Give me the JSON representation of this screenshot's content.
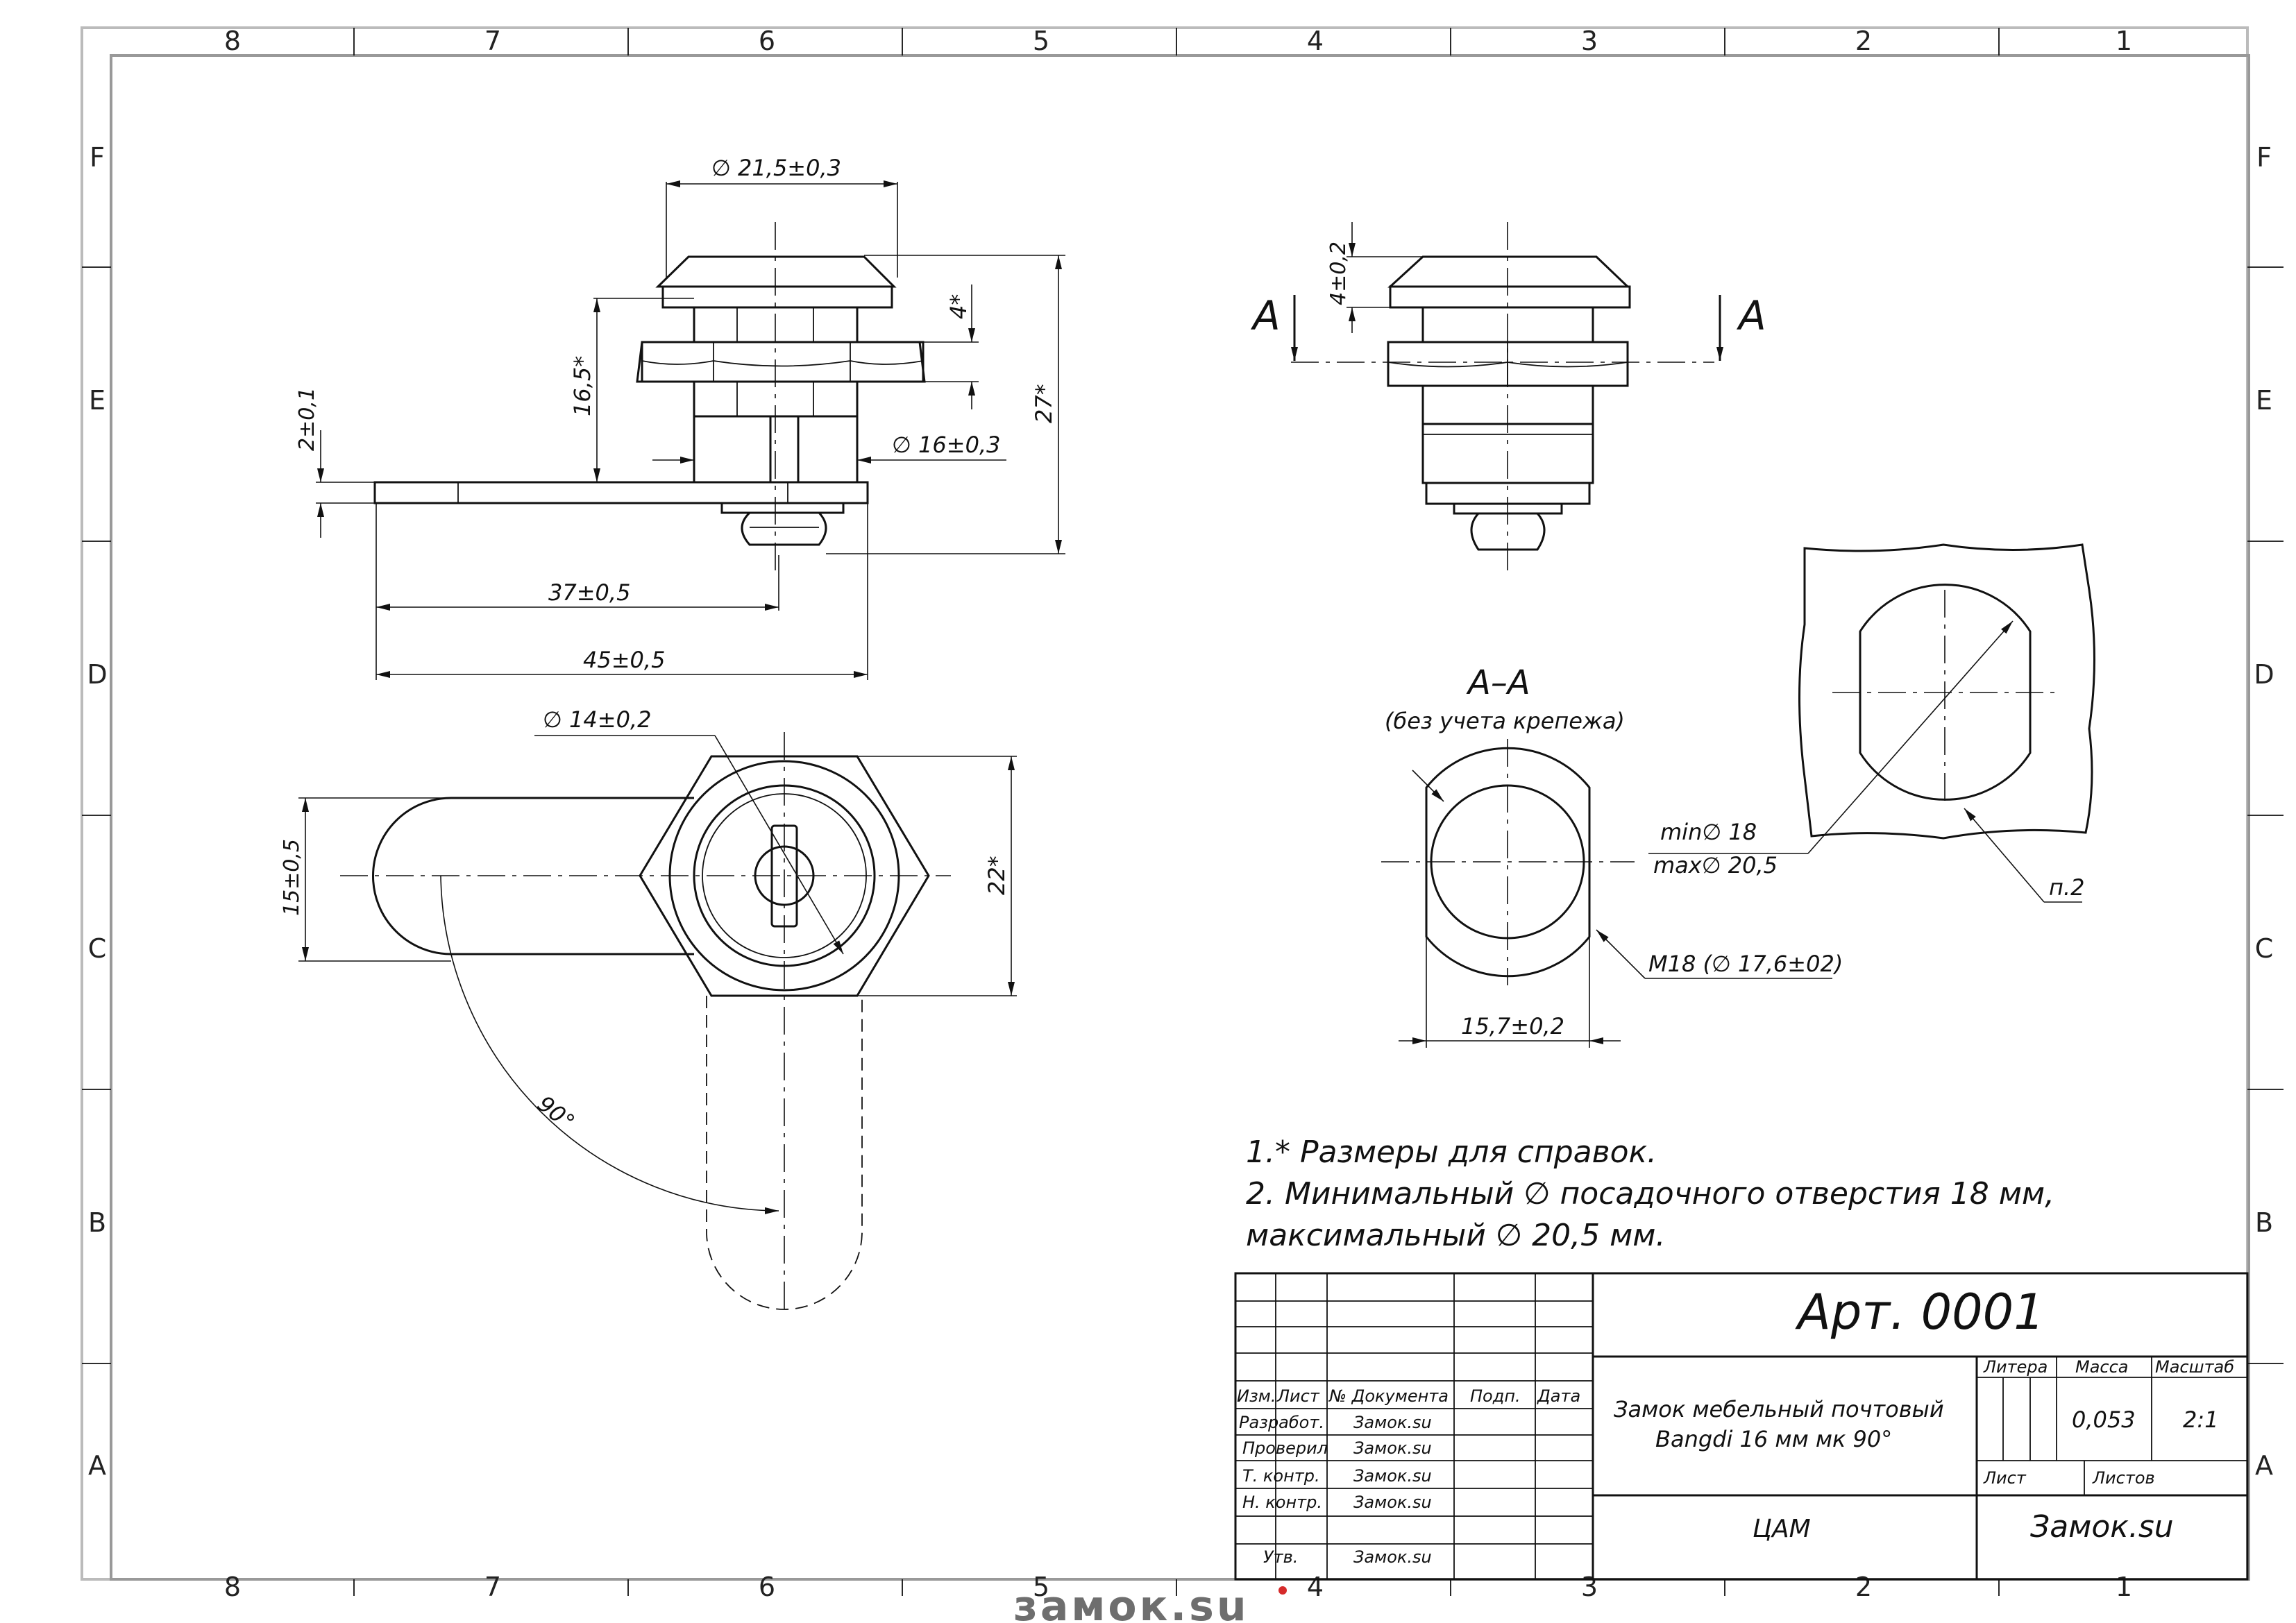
{
  "zones": {
    "columns": [
      "8",
      "7",
      "6",
      "5",
      "4",
      "3",
      "2",
      "1"
    ],
    "rows": [
      "F",
      "E",
      "D",
      "C",
      "B",
      "A"
    ]
  },
  "dimensions": {
    "front_head_diameter": "∅ 21,5±0,3",
    "front_height_165": "16,5*",
    "front_nut_4": "4*",
    "front_total_27": "27*",
    "front_cam_thickness": "2±0,1",
    "front_body_diameter": "∅ 16±0,3",
    "front_len_37": "37±0,5",
    "front_len_45": "45±0,5",
    "plan_key_diameter": "∅ 14±0,2",
    "plan_cam_width": "15±0,5",
    "plan_hex_22": "22*",
    "plan_angle": "90°",
    "side_head_4": "4±0,2",
    "section_mark_left": "A",
    "section_mark_right": "A"
  },
  "section": {
    "title": "A–A",
    "subtitle": "(без учета крепежа)",
    "thread": "M18 (∅ 17,6±02)",
    "flat": "15,7±0,2"
  },
  "hole": {
    "min_label": "min∅  18",
    "max_label": "max∅ 20,5",
    "panel_label": "п.2"
  },
  "notes": [
    "1.* Размеры для справок.",
    "2. Минимальный ∅ посадочного отверстия 18 мм,",
    "максимальный ∅  20,5 мм."
  ],
  "title_block": {
    "article": "Арт. 0001",
    "part_name_line1": "Замок мебельный почтовый",
    "part_name_line2": "Bangdi 16 мм мк 90°",
    "material": "ЦАМ",
    "company": "Замок.su",
    "litera_label": "Литера",
    "mass_label": "Масса",
    "scale_label": "Масштаб",
    "mass_value": "0,053",
    "scale_value": "2:1",
    "sheet_label": "Лист",
    "sheets_label": "Листов",
    "header_cols": [
      "Изм.",
      "Лист",
      "№ Документа",
      "Подп.",
      "Дата"
    ],
    "roles": [
      {
        "role": "Разработ.",
        "name": "Замок.su"
      },
      {
        "role": "Проверил",
        "name": "Замок.su"
      },
      {
        "role": "Т. контр.",
        "name": "Замок.su"
      },
      {
        "role": "Н. контр.",
        "name": "Замок.su"
      },
      {
        "role": "Утв.",
        "name": "Замок.su"
      }
    ]
  },
  "watermark": "замок.su",
  "colors": {
    "ink": "#111111",
    "frame": "#bbbbbb",
    "logo_red": "#d62b2b",
    "logo_grey": "#6e6e6e"
  }
}
